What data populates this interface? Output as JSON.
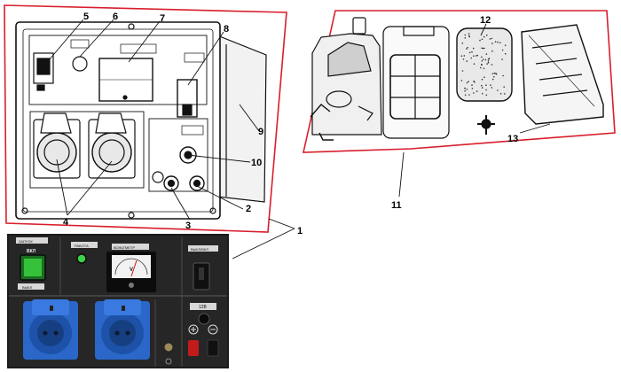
{
  "callouts": {
    "c1": "1",
    "c2": "2",
    "c3": "3",
    "c4": "4",
    "c5": "5",
    "c6": "6",
    "c7": "7",
    "c8": "8",
    "c9": "9",
    "c10": "10",
    "c11": "11",
    "c12": "12",
    "c13": "13"
  },
  "photo": {
    "start_label": "ЗАПУСК",
    "switch_label": "ВКЛ",
    "stop_label": "ВЫКЛ",
    "work_label": "РАБОТА",
    "voltmeter_label": "ВОЛЬТМЕТР",
    "breaker_label": "ВЫКЛ/ВКЛ",
    "meter_unit": "V",
    "dc_label": "12В"
  },
  "colors": {
    "frame": "#d81e2c",
    "socket_blue": "#2a67c9",
    "switch_green": "#35c23a",
    "panel_dark": "#1f1f1f"
  }
}
